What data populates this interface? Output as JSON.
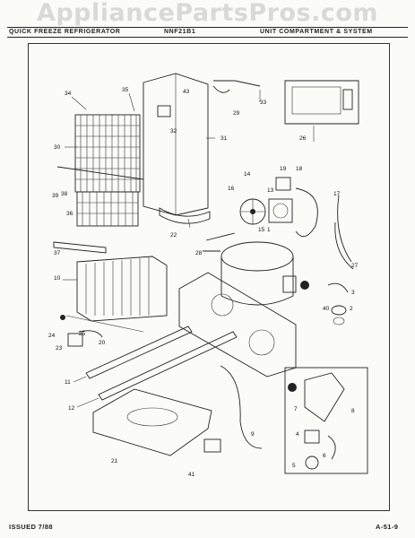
{
  "watermark": "AppliancePartsPros.com",
  "header": {
    "left": "QUICK FREEZE REFRIGERATOR",
    "model": "NNF21B1",
    "right": "UNIT COMPARTMENT & SYSTEM"
  },
  "footer": {
    "issued": "ISSUED 7/88",
    "page": "A-51-9"
  },
  "callouts": {
    "p1": "1",
    "p2": "2",
    "p3": "3",
    "p4": "4",
    "p5": "5",
    "p6": "6",
    "p7": "7",
    "p8": "8",
    "p9": "9",
    "p10": "10",
    "p11": "11",
    "p12": "12",
    "p13": "13",
    "p14": "14",
    "p15": "15",
    "p16": "16",
    "p17": "17",
    "p18": "18",
    "p19": "19",
    "p20": "20",
    "p21": "21",
    "p22": "22",
    "p23": "23",
    "p24": "24",
    "p25": "25",
    "p26": "26",
    "p27": "27",
    "p28": "28",
    "p29": "29",
    "p30": "30",
    "p31": "31",
    "p32": "32",
    "p33": "33",
    "p34": "34",
    "p35": "35",
    "p36": "36",
    "p37": "37",
    "p38": "38",
    "p39": "39",
    "p40": "40",
    "p41": "41",
    "p43": "43"
  }
}
